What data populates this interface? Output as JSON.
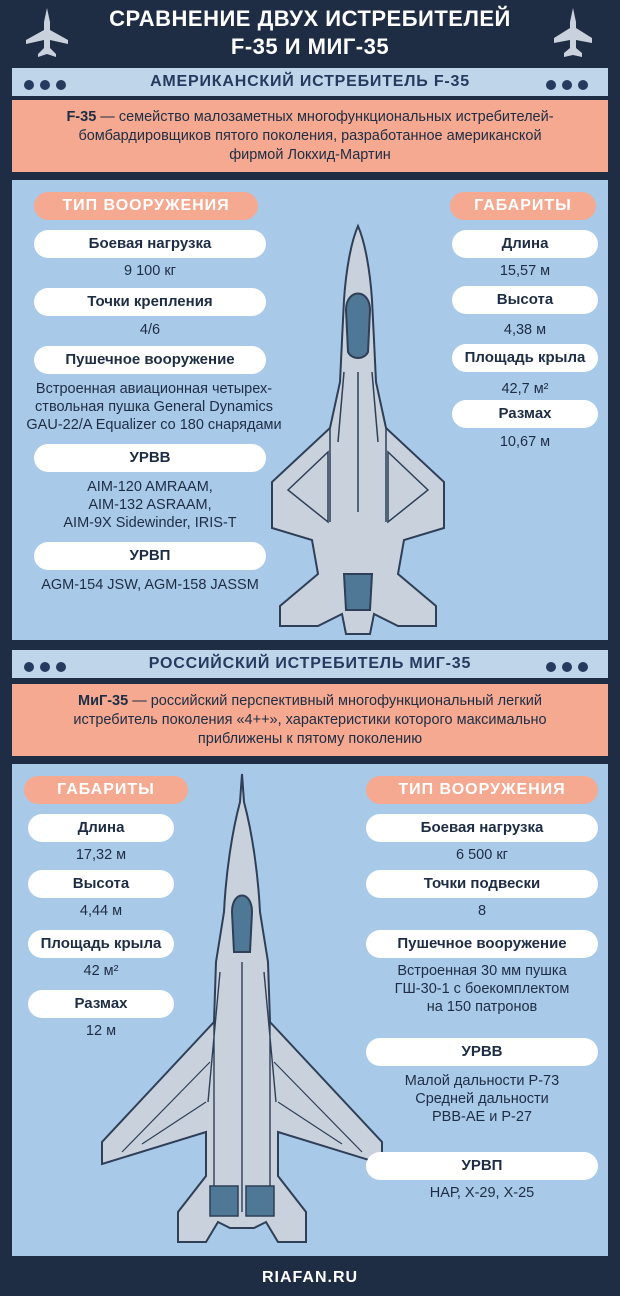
{
  "header": {
    "title_line1": "СРАВНЕНИЕ ДВУХ ИСТРЕБИТЕЛЕЙ",
    "title_line2": "F-35 И МИГ-35"
  },
  "f35": {
    "band_title": "АМЕРИКАНСКИЙ ИСТРЕБИТЕЛЬ F-35",
    "intro_name": "F-35",
    "intro_line1": " — семейство малозаметных многофункциональных истребителей-",
    "intro_line2": "бомбардировщиков пятого поколения, разработанное американской",
    "intro_line3": "фирмой Локхид-Мартин",
    "weapons_title": "ТИП ВООРУЖЕНИЯ",
    "dims_title": "ГАБАРИТЫ",
    "weapons": [
      {
        "label": "Боевая нагрузка",
        "lines": [
          "9 100 кг"
        ]
      },
      {
        "label": "Точки крепления",
        "lines": [
          "4/6"
        ]
      },
      {
        "label": "Пушечное вооружение",
        "lines": [
          "Встроенная авиационная четырех-",
          "ствольная пушка General Dynamics",
          "GAU-22/A Equalizer со 180 снарядами"
        ]
      },
      {
        "label": "УРВВ",
        "lines": [
          "AIM-120 AMRAAM,",
          "AIM-132 ASRAAM,",
          "AIM-9X Sidewinder, IRIS-T"
        ]
      },
      {
        "label": "УРВП",
        "lines": [
          "AGM-154 JSW, AGM-158 JASSM"
        ]
      }
    ],
    "dims": [
      {
        "label": "Длина",
        "value": "15,57 м"
      },
      {
        "label": "Высота",
        "value": "4,38 м"
      },
      {
        "label": "Площадь крыла",
        "value": "42,7 м²"
      },
      {
        "label": "Размах",
        "value": "10,67 м"
      }
    ]
  },
  "mig35": {
    "band_title": "РОССИЙСКИЙ ИСТРЕБИТЕЛЬ МИГ-35",
    "intro_name": "МиГ-35",
    "intro_line1": " — российский перспективный многофункциональный легкий",
    "intro_line2": "истребитель поколения «4++», характеристики которого максимально",
    "intro_line3": "приближены к пятому поколению",
    "dims_title": "ГАБАРИТЫ",
    "weapons_title": "ТИП ВООРУЖЕНИЯ",
    "dims": [
      {
        "label": "Длина",
        "value": "17,32 м"
      },
      {
        "label": "Высота",
        "value": "4,44 м"
      },
      {
        "label": "Площадь крыла",
        "value": "42 м²"
      },
      {
        "label": "Размах",
        "value": "12 м"
      }
    ],
    "weapons": [
      {
        "label": "Боевая нагрузка",
        "lines": [
          "6 500 кг"
        ]
      },
      {
        "label": "Точки подвески",
        "lines": [
          "8"
        ]
      },
      {
        "label": "Пушечное вооружение",
        "lines": [
          "Встроенная 30 мм пушка",
          "ГШ-30-1 с боекомплектом",
          "на 150 патронов"
        ]
      },
      {
        "label": "УРВВ",
        "lines": [
          "Малой дальности Р-73",
          "Средней дальности",
          "РВВ-АЕ и Р-27"
        ]
      },
      {
        "label": "УРВП",
        "lines": [
          "НАР, Х-29, Х-25"
        ]
      }
    ]
  },
  "footer": {
    "site": "RIAFAN.RU"
  },
  "colors": {
    "navy": "#1e2d44",
    "light_blue": "#a9c9e9",
    "band_blue": "#bfd6ea",
    "salmon": "#f4a990",
    "plane_gray": "#c9d2dc",
    "canopy": "#4f7896"
  },
  "icons": {
    "header_left": "fighter-jet-icon",
    "header_right": "fighter-jet-icon"
  }
}
